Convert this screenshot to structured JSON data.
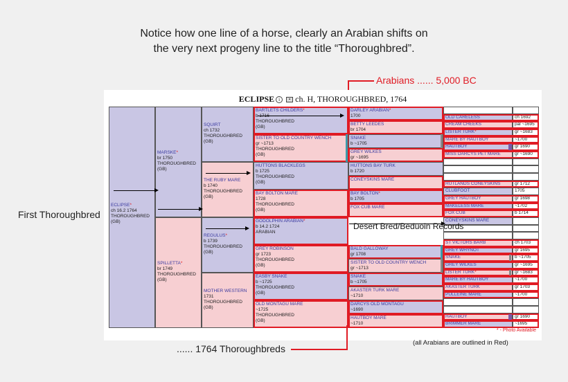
{
  "heading": {
    "line1": "Notice how one line of a horse, clearly an Arabian shifts on",
    "line2": "the very next progeny line to the title “Thoroughbred”."
  },
  "callouts": {
    "arabians": "Arabians  ...... 5,000 BC",
    "first_thoroughbred": "First Thoroughbred",
    "desert_bred": "Desert Bred/Beduoin Records",
    "thoroughbreds_1764": "...... 1764 Thoroughbreds",
    "outlined_note": "(all Arabians are outlined in Red)"
  },
  "chart": {
    "title_name": "ECLIPSE",
    "title_rest": "ch. H, THOROUGHBRED, 1764",
    "photo_note": "* - Photo Available",
    "info_icon": "info-icon",
    "photo_icon": "camera-icon"
  },
  "gen1": {
    "name": "ECLIPSE",
    "l1": "ch 16.2 1764",
    "l2": "THOROUGHBRED",
    "l3": "(GB)"
  },
  "gen2": [
    {
      "name": "MARSKE",
      "l1": "br 1750",
      "l2": "THOROUGHBRED",
      "l3": "(GB)"
    },
    {
      "name": "SPILLETTA",
      "l1": "br 1749",
      "l2": "THOROUGHBRED",
      "l3": "(GB)"
    }
  ],
  "gen3": [
    {
      "name": "SQUIRT",
      "l1": "ch 1732",
      "l2": "THOROUGHBRED",
      "l3": "(GB)"
    },
    {
      "name": "THE RUBY MARE",
      "l1": "b 1740",
      "l2": "THOROUGHBRED",
      "l3": "(GB)"
    },
    {
      "name": "REGULUS",
      "l1": "b 1739",
      "l2": "THOROUGHBRED",
      "l3": "(GB)"
    },
    {
      "name": "MOTHER WESTERN",
      "l1": "1731",
      "l2": "THOROUGHBRED",
      "l3": "(GB)"
    }
  ],
  "gen4": [
    {
      "name": "BARTLETS CHILDERS",
      "l1": "b 1716",
      "l2": "THOROUGHBRED",
      "l3": "(GB)"
    },
    {
      "name": "SISTER TO OLD COUNTRY WENCH",
      "l1": "gr ~1713",
      "l2": "THOROUGHBRED",
      "l3": "(GB)"
    },
    {
      "name": "HUTTONS BLACKLEGS",
      "l1": "b 1725",
      "l2": "THOROUGHBRED",
      "l3": "(GB)"
    },
    {
      "name": "BAY BOLTON MARE",
      "l1": "1728",
      "l2": "THOROUGHBRED",
      "l3": "(GB)"
    },
    {
      "name": "GODOLPHIN ARABIAN",
      "l1": "b 14.2 1724",
      "l2": "ARABIAN",
      "l3": ""
    },
    {
      "name": "GREY ROBINSON",
      "l1": "gr 1723",
      "l2": "THOROUGHBRED",
      "l3": "(GB)"
    },
    {
      "name": "EASBY SNAKE",
      "l1": "b ~1725",
      "l2": "THOROUGHBRED",
      "l3": "(GB)"
    },
    {
      "name": "OLD MONTAGU MARE",
      "l1": "~1725",
      "l2": "THOROUGHBRED",
      "l3": "(GB)"
    }
  ],
  "gen5": [
    {
      "name": "DARLEY ARABIAN",
      "l1": "1700"
    },
    {
      "name": "BETTY LEEDES",
      "l1": "br 1704"
    },
    {
      "name": "SNAKE",
      "l1": "b ~1705"
    },
    {
      "name": "GREY WILKES",
      "l1": "gr ~1695"
    },
    {
      "name": "HUTTONS BAY TURK",
      "l1": "b 1720"
    },
    {
      "name": "CONEYSKINS MARE",
      "l1": ""
    },
    {
      "name": "BAY BOLTON",
      "l1": "b 1705"
    },
    {
      "name": "FOX CUB MARE",
      "l1": ""
    },
    {
      "name": "",
      "l1": ""
    },
    {
      "name": "BALD GALLOWAY",
      "l1": "gr 1708"
    },
    {
      "name": "SISTER TO OLD COUNTRY WENCH",
      "l1": "gr ~1713"
    },
    {
      "name": "SNAKE",
      "l1": "b ~1705"
    },
    {
      "name": "AKASTER TURK MARE",
      "l1": "~1710"
    },
    {
      "name": "DARCYS OLD MONTAGU",
      "l1": "~1690"
    },
    {
      "name": "HAUTBOY MARE",
      "l1": "~1710"
    }
  ],
  "gen6": [
    {
      "name": "",
      "v": ""
    },
    {
      "name": "OLD CARELESS",
      "v": "ch 1692"
    },
    {
      "name": "CREAM CHEEKS",
      "v": "pal ~1695"
    },
    {
      "name": "LISTER TURK",
      "v": "gr ~1683"
    },
    {
      "name": "MARE BY HAUTBOY",
      "v": "~1700"
    },
    {
      "name": "HAUTBOY",
      "v": "gr 1690"
    },
    {
      "name": "MISS DARCYS PET MARE",
      "v": "gr ~1690"
    },
    {
      "name": "",
      "v": ""
    },
    {
      "name": "",
      "v": ""
    },
    {
      "name": "",
      "v": ""
    },
    {
      "name": "RUTLANDS CONEYSKINS",
      "v": "gr 1712"
    },
    {
      "name": "CLUBFOOT",
      "v": "1705"
    },
    {
      "name": "GREY HAUTBOY",
      "v": "gr 1698"
    },
    {
      "name": "MAKELESS MARE",
      "v": "~1702"
    },
    {
      "name": "FOX CUB",
      "v": "b 1714"
    },
    {
      "name": "CONEYSKINS MARE",
      "v": ""
    },
    {
      "name": "",
      "v": ""
    },
    {
      "name": "",
      "v": ""
    },
    {
      "name": "ST VICTORS BARB",
      "v": "ch 1703"
    },
    {
      "name": "GREY WHYNOT",
      "v": "gr 1695"
    },
    {
      "name": "SNAKE",
      "v": "b ~1705"
    },
    {
      "name": "GREY WILKES",
      "v": "gr ~1695"
    },
    {
      "name": "LISTER TURK",
      "v": "gr ~1683"
    },
    {
      "name": "MARE BY HAUTBOY",
      "v": "~1700"
    },
    {
      "name": "AKASTER TURK",
      "v": "gr 1703"
    },
    {
      "name": "PULLEINE MARE",
      "v": "~1700"
    },
    {
      "name": "",
      "v": ""
    },
    {
      "name": "",
      "v": ""
    },
    {
      "name": "HAUTBOY",
      "v": "gr 1690"
    },
    {
      "name": "BRIMMER MARE",
      "v": "~1695"
    }
  ]
}
